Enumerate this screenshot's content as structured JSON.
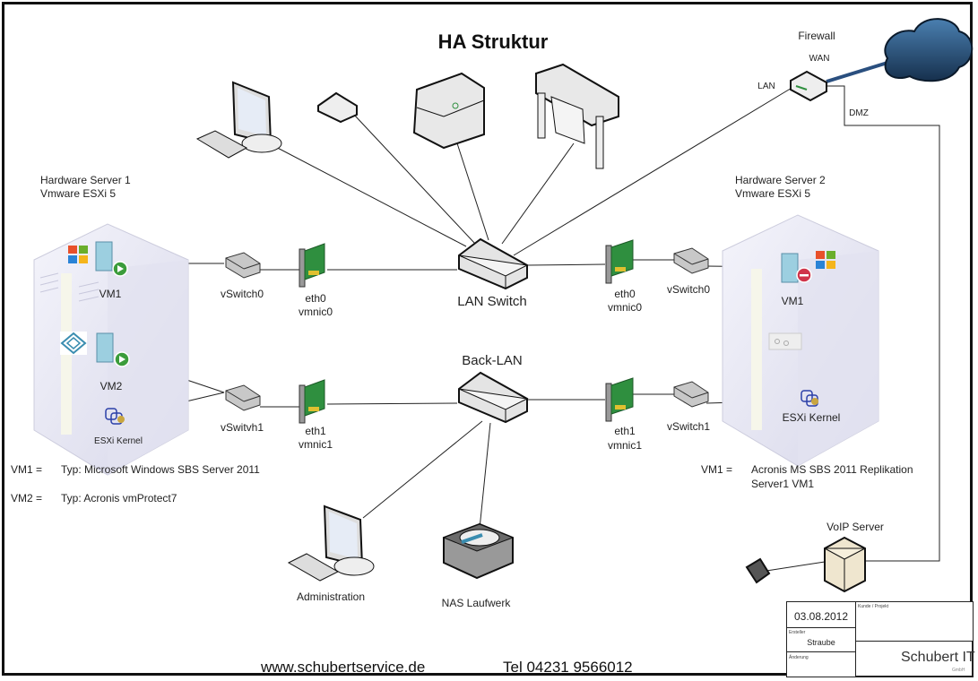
{
  "title": "HA Struktur",
  "firewall": {
    "title": "Firewall",
    "wan": "WAN",
    "lan": "LAN",
    "dmz": "DMZ"
  },
  "server1": {
    "heading": [
      "Hardware Server 1",
      "Vmware ESXi 5"
    ],
    "vm1": "VM1",
    "vm2": "VM2",
    "kernel": "ESXi Kernel",
    "vswitch0": "vSwitch0",
    "vswitch1": "vSwitvh1",
    "nic0": [
      "eth0",
      "vmnic0"
    ],
    "nic1": [
      "eth1",
      "vmnic1"
    ]
  },
  "server2": {
    "heading": [
      "Hardware Server 2",
      "Vmware ESXi 5"
    ],
    "vm1": "VM1",
    "kernel": "ESXi Kernel",
    "vswitch0": "vSwitch0",
    "vswitch1": "vSwitch1",
    "nic0": [
      "eth0",
      "vmnic0"
    ],
    "nic1": [
      "eth1",
      "vmnic1"
    ]
  },
  "switches": {
    "lan": "LAN Switch",
    "back": "Back-LAN"
  },
  "devices": {
    "admin": "Administration",
    "nas": "NAS Laufwerk",
    "voip": "VoIP Server"
  },
  "notes": {
    "left": [
      {
        "key": "VM1 =",
        "value": "Typ: Microsoft Windows SBS Server 2011"
      },
      {
        "key": "VM2 =",
        "value": "Typ: Acronis vmProtect7"
      }
    ],
    "right": {
      "key": "VM1 =",
      "lines": [
        "Acronis MS SBS 2011 Replikation",
        "Server1 VM1"
      ]
    }
  },
  "footer": {
    "website": "www.schubertservice.de",
    "phone": "Tel 04231 9566012"
  },
  "titleblock": {
    "date": "03.08.2012",
    "creator_label": "Ersteller",
    "creator": "Straube",
    "change_label": "Änderung",
    "customer_label": "Kunde / Projekt",
    "company": "Schubert IT",
    "company_suffix": "GmbH"
  },
  "colors": {
    "wan_link": "#2a4f7f",
    "nic_green": "#2f8f3f",
    "cloud": "#1d3b5c",
    "server": "#e6e6f3"
  }
}
